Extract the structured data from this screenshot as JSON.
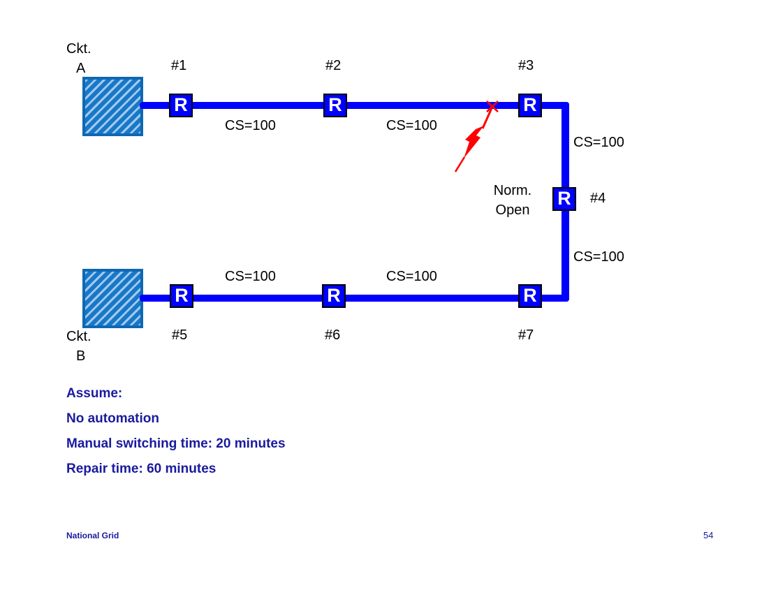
{
  "slide": {
    "footer": {
      "brand": "National Grid",
      "page_number": "54"
    }
  },
  "colors": {
    "feeder_blue": "#0000ff",
    "substation_fill": "#1878c8",
    "substation_hatch": "#a3c9ee",
    "substation_border": "#0e68b4",
    "fault_red": "#ff0000",
    "note_navy": "#1a1a9e",
    "label_black": "#000000"
  },
  "diagram": {
    "recloser_letter": "R",
    "circuit_a": {
      "line1": "Ckt.",
      "line2": "A"
    },
    "circuit_b": {
      "line1": "Ckt.",
      "line2": "B"
    },
    "reclosers": [
      {
        "label": "#1"
      },
      {
        "label": "#2"
      },
      {
        "label": "#3"
      },
      {
        "label": "#4"
      },
      {
        "label": "#5"
      },
      {
        "label": "#6"
      },
      {
        "label": "#7"
      }
    ],
    "cs_labels": [
      "CS=100",
      "CS=100",
      "CS=100",
      "CS=100",
      "CS=100",
      "CS=100"
    ],
    "norm_open": {
      "line1": "Norm.",
      "line2": "Open"
    },
    "fault": {
      "symbol": "lightning-bolt"
    }
  },
  "assumptions": {
    "title": "Assume:",
    "items": [
      "No automation",
      "Manual switching time: 20 minutes",
      "Repair time: 60 minutes"
    ]
  }
}
